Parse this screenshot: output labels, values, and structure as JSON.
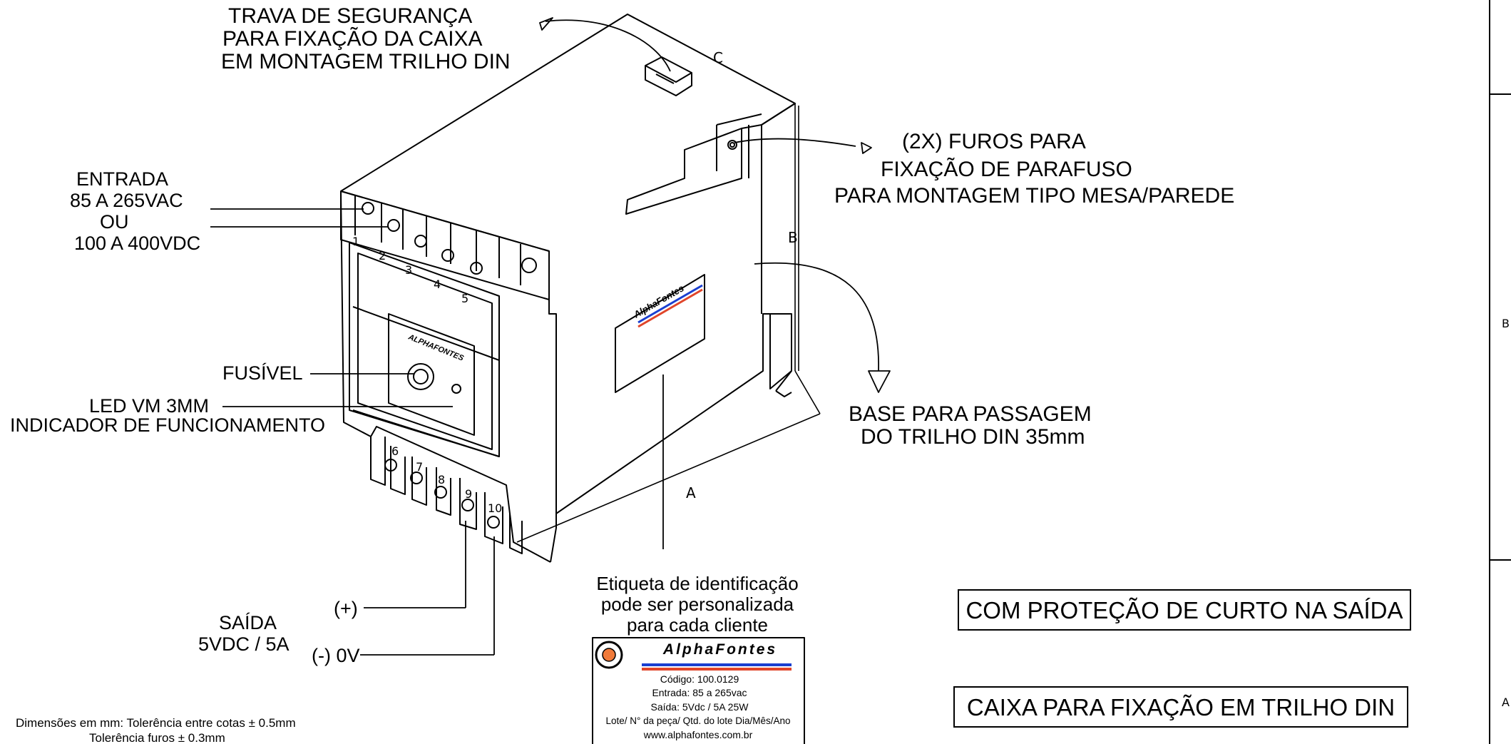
{
  "callouts": {
    "trava": [
      "TRAVA DE SEGURANÇA",
      "PARA FIXAÇÃO DA CAIXA",
      "EM MONTAGEM TRILHO DIN"
    ],
    "furos": [
      "(2X) FUROS PARA",
      "FIXAÇÃO DE PARAFUSO",
      "PARA MONTAGEM TIPO MESA/PAREDE"
    ],
    "entrada": [
      "ENTRADA",
      "85 A 265VAC",
      "OU",
      "100 A 400VDC"
    ],
    "fusivel": "FUSÍVEL",
    "led": [
      "LED VM 3MM",
      "INDICADOR DE FUNCIONAMENTO"
    ],
    "base": [
      "BASE PARA PASSAGEM",
      "DO TRILHO DIN 35mm"
    ],
    "saida": [
      "SAÍDA",
      "5VDC / 5A"
    ],
    "pos": "(+)",
    "neg": "(-) 0V",
    "etiqueta": [
      "Etiqueta de identificação",
      "pode ser personalizada",
      "para cada cliente"
    ]
  },
  "dimensions": {
    "a": "A",
    "b": "B",
    "c": "C"
  },
  "terminals": [
    "1",
    "2",
    "3",
    "4",
    "5",
    "6",
    "7",
    "8",
    "9",
    "10"
  ],
  "label_card": {
    "brand": "AlphaFontes",
    "lines": [
      "Código: 100.0129",
      "Entrada: 85 a 265vac",
      "Saída: 5Vdc / 5A 25W",
      "Lote/ N° da peça/ Qtd. do lote Dia/Mês/Ano",
      "www.alphafontes.com.br"
    ]
  },
  "front_panel_brand": "ALPHAFONTES",
  "notes": {
    "protecao": "COM PROTEÇÃO DE CURTO NA SAÍDA",
    "caixa": "CAIXA PARA FIXAÇÃO EM TRILHO DIN"
  },
  "tolerance": [
    "Dimensões em mm: Tolerência entre cotas ± 0.5mm",
    "Tolerência furos ± 0.3mm"
  ],
  "frame_zones": [
    "B",
    "A"
  ],
  "colors": {
    "brand_blue": "#1a3fd0",
    "brand_red": "#e0452a",
    "logo_orange": "#f07a3a"
  }
}
